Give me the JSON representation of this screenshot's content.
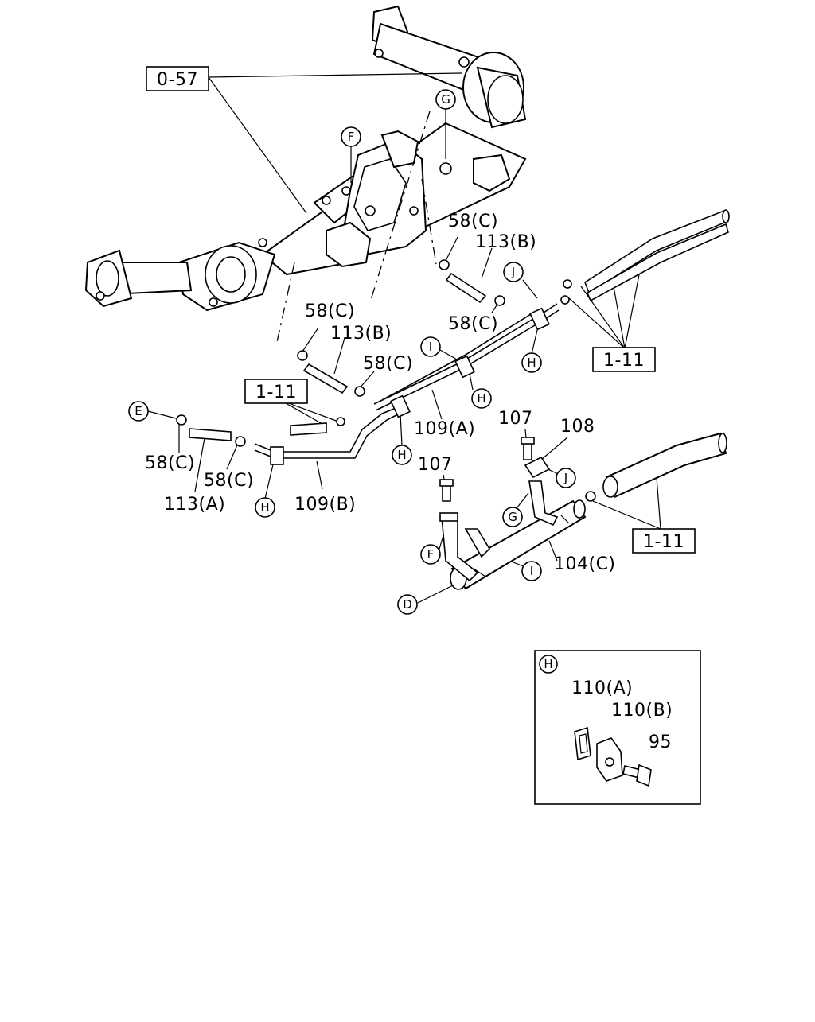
{
  "ref_boxes": {
    "r057": "0-57",
    "r111_a": "1-11",
    "r111_b": "1-11",
    "r111_c": "1-11"
  },
  "callouts": {
    "c58_1": "58(C)",
    "c58_2": "58(C)",
    "c58_3": "58(C)",
    "c58_4": "58(C)",
    "c58_5": "58(C)",
    "c58_6": "58(C)",
    "c113b_1": "113(B)",
    "c113b_2": "113(B)",
    "c113a": "113(A)",
    "c109a": "109(A)",
    "c109b": "109(B)",
    "c107_1": "107",
    "c107_2": "107",
    "c108": "108",
    "c104c": "104(C)"
  },
  "circle_markers": {
    "g_top": "G",
    "f_top": "F",
    "j_top": "J",
    "h_right": "H",
    "i_mid": "I",
    "h_mid": "H",
    "e_left": "E",
    "h_mid2": "H",
    "h_left": "H",
    "j_bracket": "J",
    "g_bracket": "G",
    "f_bracket": "F",
    "i_bracket": "I",
    "d_pipe": "D"
  },
  "detail_h": {
    "marker": "H",
    "label_110a": "110(A)",
    "label_110b": "110(B)",
    "label_95": "95"
  },
  "colors": {
    "ink": "#000000",
    "background": "#ffffff"
  }
}
